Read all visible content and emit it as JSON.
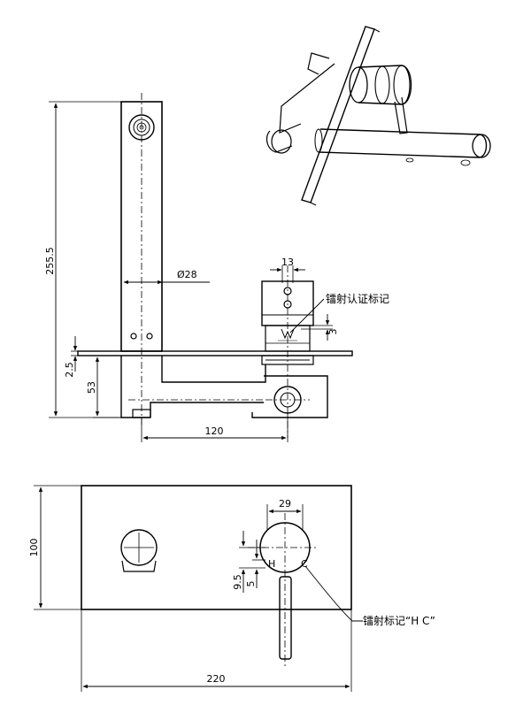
{
  "dimensions": {
    "height_total": "255.5",
    "plate_thickness": "2.5",
    "body_height": "53",
    "spout_diameter": "Ø28",
    "projection": "120",
    "mark_width": "13",
    "mark_offset": "3",
    "plate_height": "100",
    "plate_width": "220",
    "handle_width": "29",
    "hc_offset": "9.5",
    "hc_gap": "5"
  },
  "annotations": {
    "cert_mark": "镭射认证标记",
    "hc_mark": "镭射标记“H   C”"
  },
  "labels": {
    "hot": "H",
    "cold": "C"
  }
}
